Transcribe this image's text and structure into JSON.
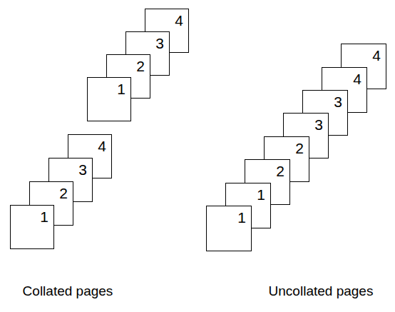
{
  "diagram": {
    "nodes": [
      {
        "text": [
          "1"
        ]
      },
      {
        "text": [
          "2"
        ]
      },
      {
        "text": [
          "3"
        ]
      },
      {
        "text": [
          "4"
        ]
      },
      {
        "text": [
          "1"
        ]
      },
      {
        "text": [
          "2"
        ]
      },
      {
        "text": [
          "3"
        ]
      },
      {
        "text": [
          "4"
        ]
      },
      {
        "text": [
          "1"
        ]
      },
      {
        "text": [
          "1"
        ]
      },
      {
        "text": [
          "2"
        ]
      },
      {
        "text": [
          "2"
        ]
      },
      {
        "text": [
          "3"
        ]
      },
      {
        "text": [
          "3"
        ]
      },
      {
        "text": [
          "4"
        ]
      },
      {
        "text": [
          "4"
        ]
      }
    ],
    "labels": [
      "Collated pages",
      "Uncollated pages"
    ]
  }
}
